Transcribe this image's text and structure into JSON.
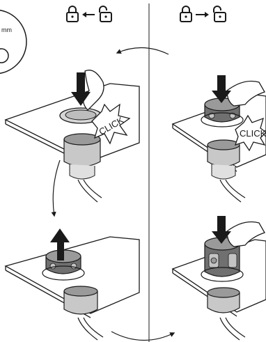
{
  "panels": {
    "top_left": {
      "click_text": "CLICK"
    },
    "top_right": {
      "click_text": "CLICK"
    }
  },
  "inset": {
    "label": "mm"
  },
  "colors": {
    "line": "#1a1a1a",
    "device_dark": "#707070",
    "device_mid": "#9a9a9a",
    "device_light": "#c4c4c4",
    "arrow": "#1a1a1a"
  },
  "icons": [
    "padlock-closed-icon",
    "arrow-left-icon",
    "padlock-open-icon",
    "arrow-right-icon"
  ]
}
